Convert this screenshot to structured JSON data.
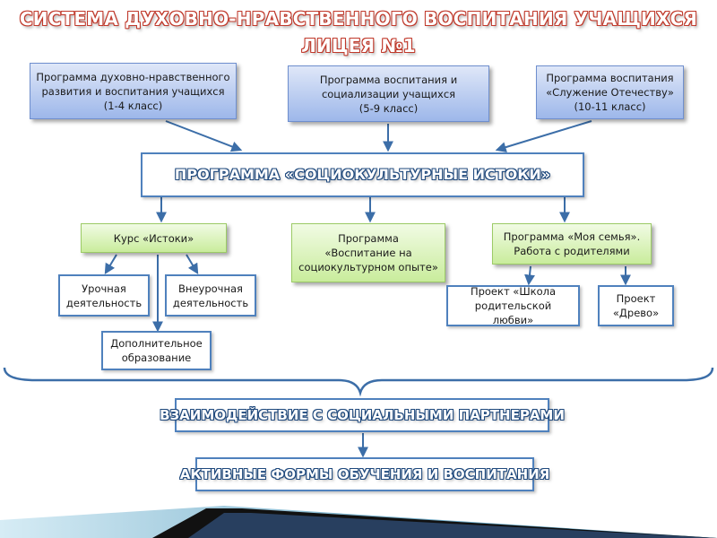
{
  "title": "СИСТЕМА ДУХОВНО-НРАВСТВЕННОГО ВОСПИТАНИЯ УЧАЩИХСЯ ЛИЦЕЯ №1",
  "top_programs": [
    {
      "line1": "Программа духовно-нравственного",
      "line2": "развития и воспитания учащихся",
      "line3": "(1-4 класс)"
    },
    {
      "line1": "Программа воспитания и",
      "line2": "социализации учащихся",
      "line3": "(5-9 класс)"
    },
    {
      "line1": "Программа воспитания",
      "line2": "«Служение Отечеству»",
      "line3": "(10-11 класс)"
    }
  ],
  "central_program": "ПРОГРАММА «СОЦИОКУЛЬТУРНЫЕ ИСТОКИ»",
  "sub_programs": {
    "course": "Курс «Истоки»",
    "experience": {
      "line1": "Программа",
      "line2": "«Воспитание на",
      "line3": "социокультурном опыте»"
    },
    "family": {
      "line1": "Программа «Моя семья».",
      "line2": "Работа с родителями"
    }
  },
  "activities": {
    "lesson": {
      "line1": "Урочная",
      "line2": "деятельность"
    },
    "extracurricular": {
      "line1": "Внеурочная",
      "line2": "деятельность"
    },
    "additional": {
      "line1": "Дополнительное",
      "line2": "образование"
    }
  },
  "projects": {
    "school": {
      "line1": "Проект «Школа",
      "line2": "родительской любви»"
    },
    "tree": {
      "line1": "Проект",
      "line2": "«Древо»"
    }
  },
  "partners": "ВЗАИМОДЕЙСТВИЕ С СОЦИАЛЬНЫМИ ПАРТНЕРАМИ",
  "active_forms": "АКТИВНЫЕ ФОРМЫ ОБУЧЕНИЯ И ВОСПИТАНИЯ",
  "colors": {
    "title_outline": "#c0392b",
    "box_blue": "#9db7ea",
    "box_green": "#c9ec9c",
    "border": "#4f81bd",
    "arrow": "#3c6ea8"
  }
}
